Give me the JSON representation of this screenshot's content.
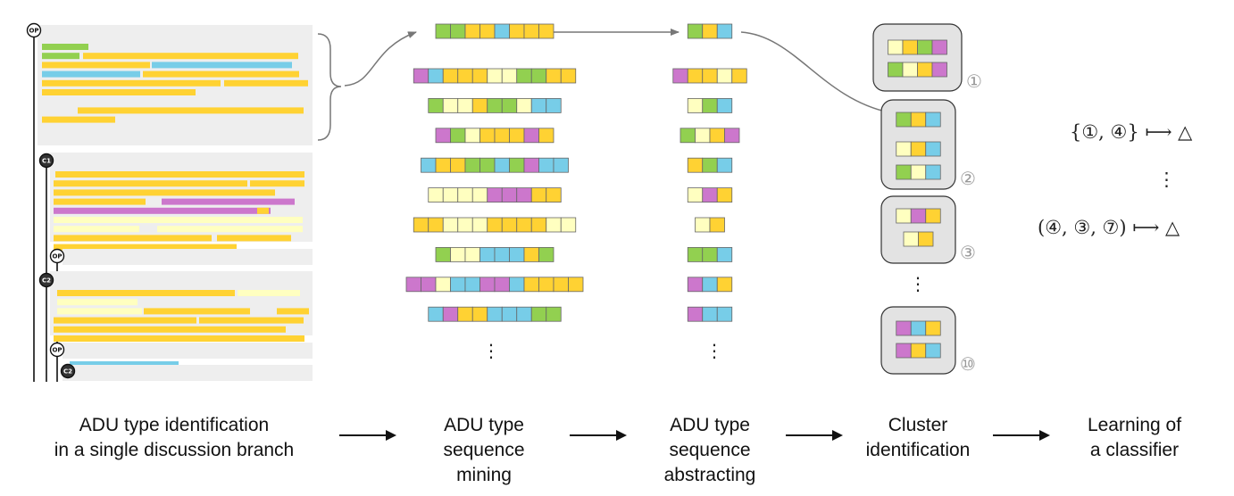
{
  "colors": {
    "G": "#92d050",
    "Y": "#ffd233",
    "B": "#77cde8",
    "P": "#cc77cc",
    "L": "#ffffc0",
    "panel": "#eeeeee",
    "cluster_bg": "#e3e3e3",
    "connector": "#777777"
  },
  "branch": {
    "nodes": [
      "OP",
      "C1",
      "OP",
      "C2",
      "OP",
      "C2"
    ],
    "blocks": [
      {
        "rows": [
          [
            "G",
            "G"
          ],
          [
            "G",
            "Y",
            "Y"
          ],
          [
            "Y",
            "B"
          ],
          [
            "B",
            "Y"
          ],
          [
            "Y",
            "Y"
          ],
          [
            "Y"
          ],
          [],
          [
            "Y"
          ],
          [
            "Y"
          ]
        ]
      },
      {
        "rows": [
          [
            "Y"
          ],
          [
            "Y",
            "Y"
          ],
          [
            "Y"
          ],
          [
            "Y",
            "P"
          ],
          [
            "P",
            "Y"
          ],
          [
            "L"
          ],
          [
            "L",
            "L"
          ],
          [
            "Y",
            "Y"
          ],
          [
            "Y"
          ]
        ]
      },
      {
        "rows": []
      },
      {
        "rows": [
          [
            "Y",
            "L"
          ],
          [
            "L"
          ],
          [
            "L",
            "Y",
            "Y"
          ],
          [
            "Y",
            "Y"
          ],
          [
            "Y"
          ],
          [
            "Y"
          ]
        ]
      },
      {
        "rows": [
          [
            "B"
          ]
        ]
      },
      {
        "rows": []
      }
    ]
  },
  "mining": {
    "top": [
      "G",
      "G",
      "Y",
      "Y",
      "B",
      "Y",
      "Y",
      "Y"
    ],
    "rows": [
      [
        "P",
        "B",
        "Y",
        "Y",
        "Y",
        "L",
        "L",
        "G",
        "G",
        "Y",
        "Y"
      ],
      [
        "G",
        "L",
        "L",
        "Y",
        "G",
        "G",
        "L",
        "B",
        "B"
      ],
      [
        "P",
        "G",
        "L",
        "Y",
        "Y",
        "Y",
        "P",
        "Y"
      ],
      [
        "B",
        "Y",
        "Y",
        "G",
        "G",
        "B",
        "G",
        "P",
        "B",
        "B"
      ],
      [
        "L",
        "L",
        "L",
        "L",
        "P",
        "P",
        "P",
        "Y",
        "Y"
      ],
      [
        "Y",
        "Y",
        "L",
        "L",
        "L",
        "Y",
        "Y",
        "Y",
        "Y",
        "L",
        "L"
      ],
      [
        "G",
        "L",
        "L",
        "B",
        "B",
        "B",
        "Y",
        "G"
      ],
      [
        "P",
        "P",
        "L",
        "B",
        "B",
        "P",
        "P",
        "B",
        "Y",
        "Y",
        "Y",
        "Y"
      ],
      [
        "B",
        "P",
        "Y",
        "Y",
        "B",
        "B",
        "B",
        "G",
        "G"
      ]
    ],
    "ellipsis": "⋮"
  },
  "abstracting": {
    "top": [
      "G",
      "Y",
      "B"
    ],
    "rows": [
      [
        "P",
        "Y",
        "Y",
        "L",
        "Y"
      ],
      [
        "L",
        "G",
        "B"
      ],
      [
        "G",
        "L",
        "Y",
        "P"
      ],
      [
        "Y",
        "G",
        "B"
      ],
      [
        "L",
        "P",
        "Y"
      ],
      [
        "L",
        "Y"
      ],
      [
        "G",
        "G",
        "B"
      ],
      [
        "P",
        "B",
        "Y"
      ],
      [
        "P",
        "B",
        "B"
      ]
    ],
    "ellipsis": "⋮"
  },
  "clusters": [
    {
      "label": "①",
      "seqs": [
        [
          "L",
          "Y",
          "G",
          "P"
        ],
        [
          "G",
          "L",
          "Y",
          "P"
        ]
      ]
    },
    {
      "label": "②",
      "seqs": [
        [
          "G",
          "Y",
          "B"
        ],
        [
          "L",
          "Y",
          "B"
        ],
        [
          "G",
          "L",
          "B"
        ]
      ]
    },
    {
      "label": "③",
      "seqs": [
        [
          "L",
          "P",
          "Y"
        ],
        [
          "L",
          "Y"
        ]
      ]
    },
    {
      "label": "⑩",
      "seqs": [
        [
          "P",
          "B",
          "Y"
        ],
        [
          "P",
          "Y",
          "B"
        ]
      ]
    }
  ],
  "clusters_ellipsis": "⋮",
  "classifier": {
    "rule1": "{①, ④} ⟼ △",
    "vdots": "⋮",
    "rule2": "(④, ③, ⑦) ⟼ △"
  },
  "captions": [
    {
      "lines": [
        "ADU type identification",
        "in a single discussion branch"
      ]
    },
    {
      "lines": [
        "ADU type",
        "sequence",
        "mining"
      ]
    },
    {
      "lines": [
        "ADU type",
        "sequence",
        "abstracting"
      ]
    },
    {
      "lines": [
        "Cluster",
        "identification"
      ]
    },
    {
      "lines": [
        "Learning of",
        "a classifier"
      ]
    }
  ]
}
